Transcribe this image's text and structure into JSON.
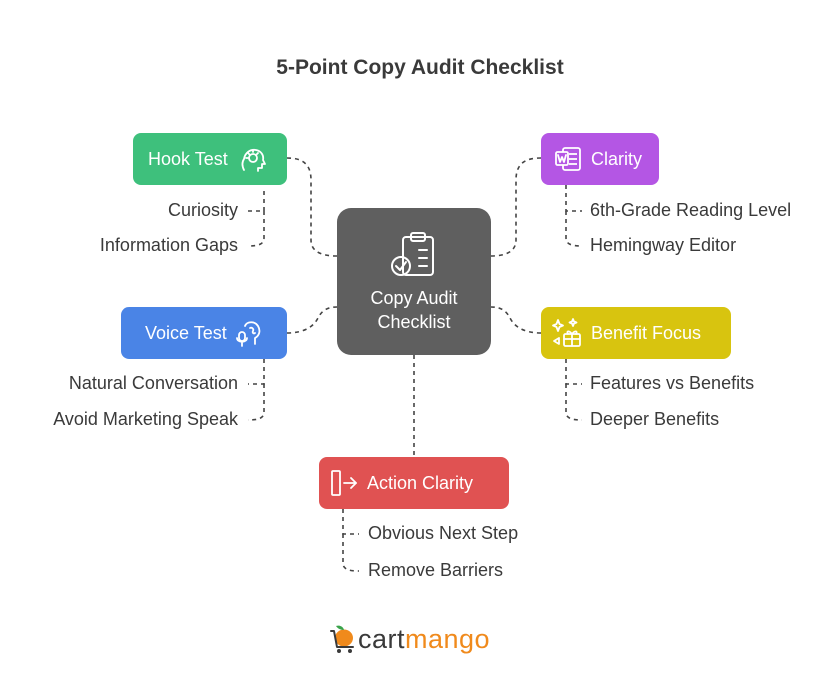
{
  "title": "5-Point Copy Audit Checklist",
  "center": {
    "label": "Copy Audit\nChecklist",
    "icon": "clipboard-check-icon"
  },
  "colors": {
    "hook": "#3ec07c",
    "clarity": "#b456e4",
    "voice": "#4a84e6",
    "benefit": "#d8c40f",
    "action": "#e05252",
    "center": "#5f5f5f",
    "brand": "#f08a1c"
  },
  "branches": {
    "hook": {
      "label": "Hook Test",
      "icon": "head-lightbulb-icon",
      "items": [
        "Curiosity",
        "Information Gaps"
      ]
    },
    "clarity": {
      "label": "Clarity",
      "icon": "word-document-icon",
      "items": [
        "6th-Grade Reading Level",
        "Hemingway Editor"
      ]
    },
    "voice": {
      "label": "Voice Test",
      "icon": "microphone-head-icon",
      "items": [
        "Natural Conversation",
        "Avoid Marketing Speak"
      ]
    },
    "benefit": {
      "label": "Benefit Focus",
      "icon": "gift-sparkle-icon",
      "items": [
        "Features vs Benefits",
        "Deeper Benefits"
      ]
    },
    "action": {
      "label": "Action Clarity",
      "icon": "cursor-arrow-icon",
      "items": [
        "Obvious Next Step",
        "Remove Barriers"
      ]
    }
  },
  "logo": {
    "part1": "cart",
    "part2": "mango",
    "icon": "mango-cart-icon"
  }
}
